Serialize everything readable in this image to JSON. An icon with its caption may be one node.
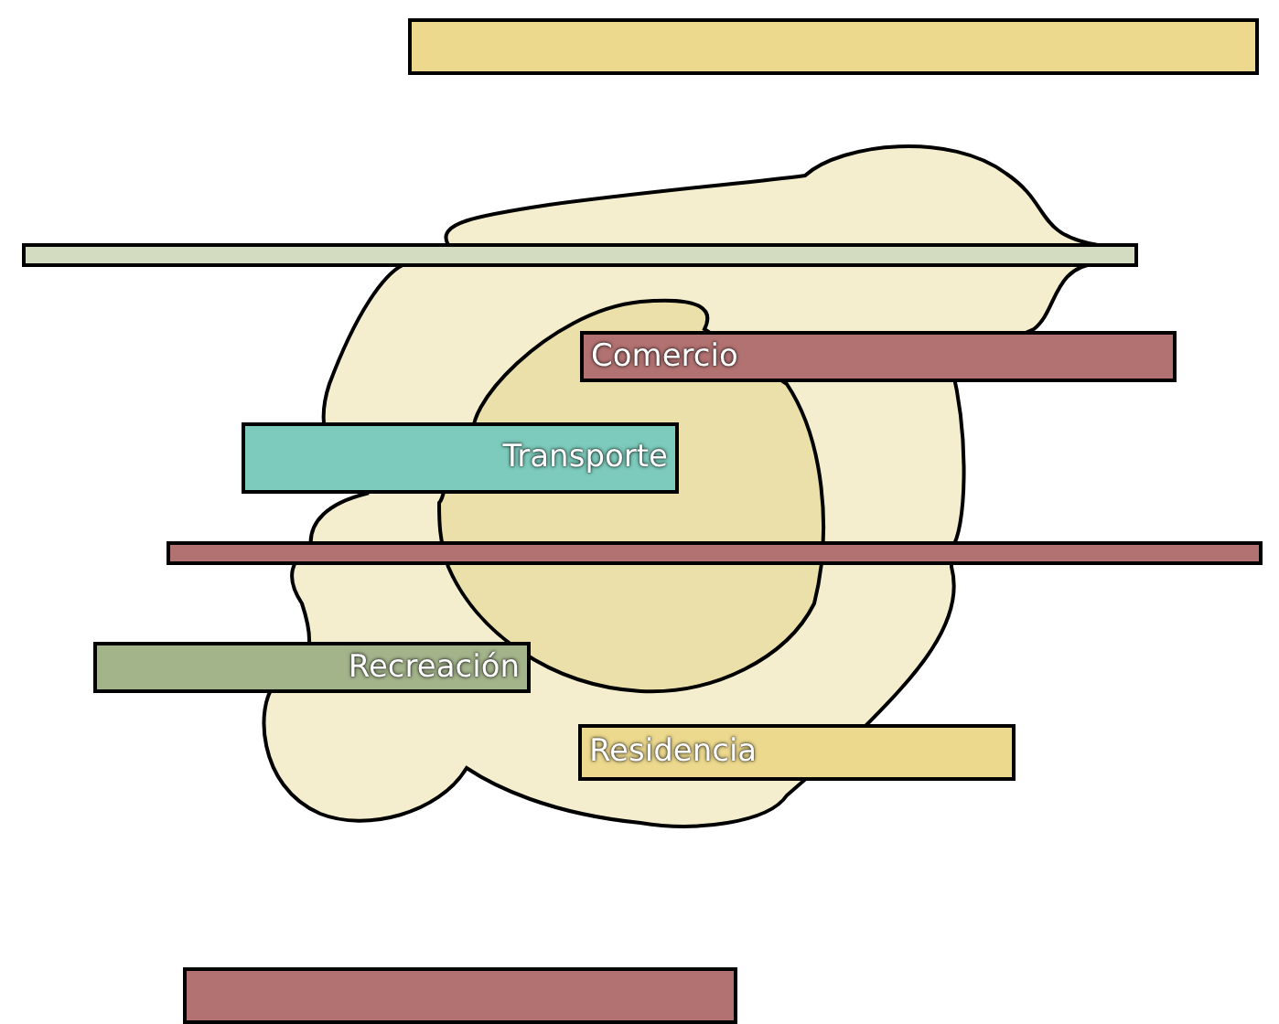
{
  "diagram": {
    "nodes": [
      {
        "text": [],
        "shape": "bar"
      },
      {
        "text": [],
        "shape": "bar"
      },
      {
        "text": [
          "Comercio"
        ]
      },
      {
        "text": [
          "Transporte"
        ]
      },
      {
        "text": [],
        "shape": "bar"
      },
      {
        "text": [
          "Recreación"
        ]
      },
      {
        "text": [
          "Residencia"
        ]
      },
      {
        "text": [],
        "shape": "bar"
      }
    ]
  }
}
